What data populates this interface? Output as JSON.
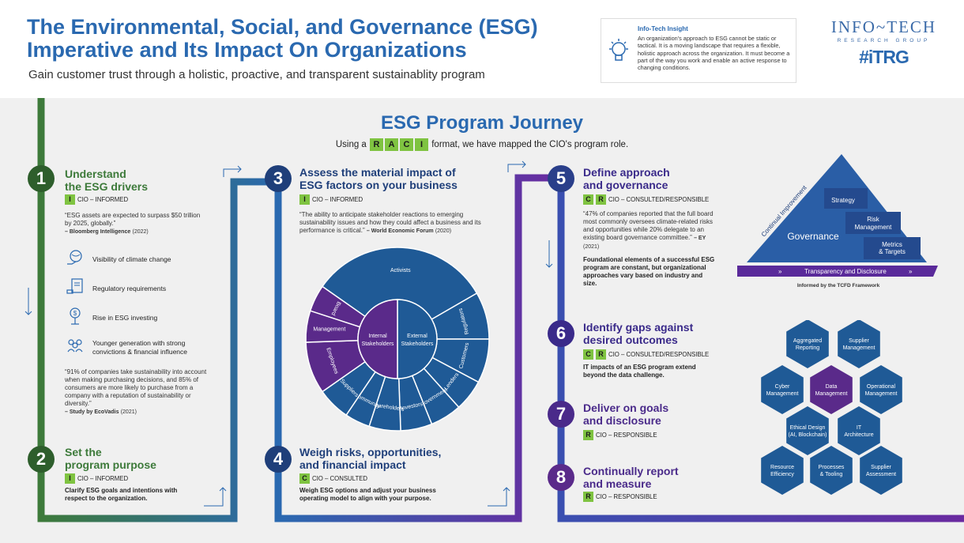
{
  "header": {
    "title_line1": "The Environmental, Social, and Governance (ESG)",
    "title_line2": "Imperative and Its Impact On Organizations",
    "subtitle": "Gain customer trust through a holistic, proactive, and transparent sustainablity program"
  },
  "insight": {
    "title": "Info-Tech Insight",
    "text": "An organization's approach to ESG cannot be static or tactical. It is a moving landscape that requires a flexible, holistic approach across the organization. It must become a part of the way you work and enable an active response to changing conditions."
  },
  "logo": {
    "name": "INFO~TECH",
    "sub": "RESEARCH GROUP",
    "tag": "#iTRG"
  },
  "journey": {
    "title": "ESG Program Journey",
    "raci_prefix": "Using a",
    "raci": [
      "R",
      "A",
      "C",
      "I"
    ],
    "raci_suffix": "format, we have mapped the CIO's program role."
  },
  "steps": {
    "s1": {
      "num": "1",
      "title1": "Understand",
      "title2": "the ESG drivers",
      "badges": "I",
      "role": "CIO – INFORMED",
      "quote": "“ESG assets are expected to surpass $50 trillion by 2025, globally.”",
      "source": "– Bloomberg Intelligence",
      "source_year": "(2022)",
      "drivers": [
        "Visibility of climate change",
        "Regulatory requirements",
        "Rise in ESG investing",
        "Younger generation with strong convictions & financial influence"
      ],
      "quote2": "“91% of companies take sustainability into account when making purchasing decisions, and 85% of consumers are more likely to purchase from a company with a reputation of sustainability or diversity.”",
      "source2": "– Study by EcoVadis",
      "source2_year": "(2021)"
    },
    "s2": {
      "num": "2",
      "title1": "Set the",
      "title2": "program purpose",
      "badges": "I",
      "role": "CIO – INFORMED",
      "text": "Clarify ESG goals and intentions with respect to the organization."
    },
    "s3": {
      "num": "3",
      "title1": "Assess the material impact of",
      "title2": "ESG factors on your business",
      "badges": "I",
      "role": "CIO – INFORMED",
      "quote": "“The ability to anticipate stakeholder reactions to emerging sustainability issues and how they could affect a business and its performance is critical.”",
      "source": "– World Economic Forum",
      "source_year": "(2020)"
    },
    "s4": {
      "num": "4",
      "title1": "Weigh risks, opportunities,",
      "title2": "and financial impact",
      "badges": "C",
      "role": "CIO – CONSULTED",
      "text": "Weigh ESG options and adjust your business operating model to align with your purpose."
    },
    "s5": {
      "num": "5",
      "title1": "Define approach",
      "title2": "and governance",
      "badge1": "C",
      "badge2": "R",
      "role": "CIO – CONSULTED/RESPONSIBLE",
      "quote": "“47% of companies reported that the full board most commonly oversees climate-related risks and opportunities while 20% delegate to an existing board governance committee.”",
      "source": "– EY",
      "source_year": "(2021)",
      "text": "Foundational elements of a successful ESG program are constant, but organizational approaches vary based on industry and size."
    },
    "s6": {
      "num": "6",
      "title1": "Identify gaps against",
      "title2": "desired outcomes",
      "badge1": "C",
      "badge2": "R",
      "role": "CIO – CONSULTED/RESPONSIBLE",
      "text": "IT impacts of an ESG program extend beyond the data challenge."
    },
    "s7": {
      "num": "7",
      "title1": "Deliver on goals",
      "title2": "and disclosure",
      "badges": "R",
      "role": "CIO – RESPONSIBLE"
    },
    "s8": {
      "num": "8",
      "title1": "Continually report",
      "title2": "and measure",
      "badges": "R",
      "role": "CIO – RESPONSIBLE"
    }
  },
  "wheel": {
    "inner": [
      "Internal",
      "Stakeholders",
      "External",
      "Stakeholders"
    ],
    "internal": [
      "Board",
      "Management",
      "Employees"
    ],
    "external": [
      "Activists",
      "Regulators",
      "Customers",
      "Lenders",
      "Government",
      "Investors",
      "Shareholders",
      "Community",
      "Suppliers"
    ]
  },
  "pyramid": {
    "side": "Continual Improvement",
    "base": "Governance",
    "layers": [
      "Strategy",
      "Risk",
      "Management",
      "Metrics",
      "& Targets"
    ],
    "bar": "Transparency and Disclosure",
    "note": "Informed by the TCFD Framework"
  },
  "hexes": [
    [
      "Aggregated",
      "Reporting"
    ],
    [
      "Supplier",
      "Management"
    ],
    [
      "Cyber",
      "Management"
    ],
    [
      "Data",
      "Management"
    ],
    [
      "Operational",
      "Management"
    ],
    [
      "Ethical Design",
      "(AI, Blockchain)"
    ],
    [
      "IT",
      "Architecture"
    ],
    [
      "Resource",
      "Efficiency"
    ],
    [
      "Processes",
      "& Tooling"
    ],
    [
      "Supplier",
      "Assessment"
    ]
  ],
  "colors": {
    "blue": "#2a69b0",
    "green": "#3d7a3a",
    "purple": "#5a2a8a",
    "navy": "#1f3f7a",
    "raci": "#7fc341"
  }
}
